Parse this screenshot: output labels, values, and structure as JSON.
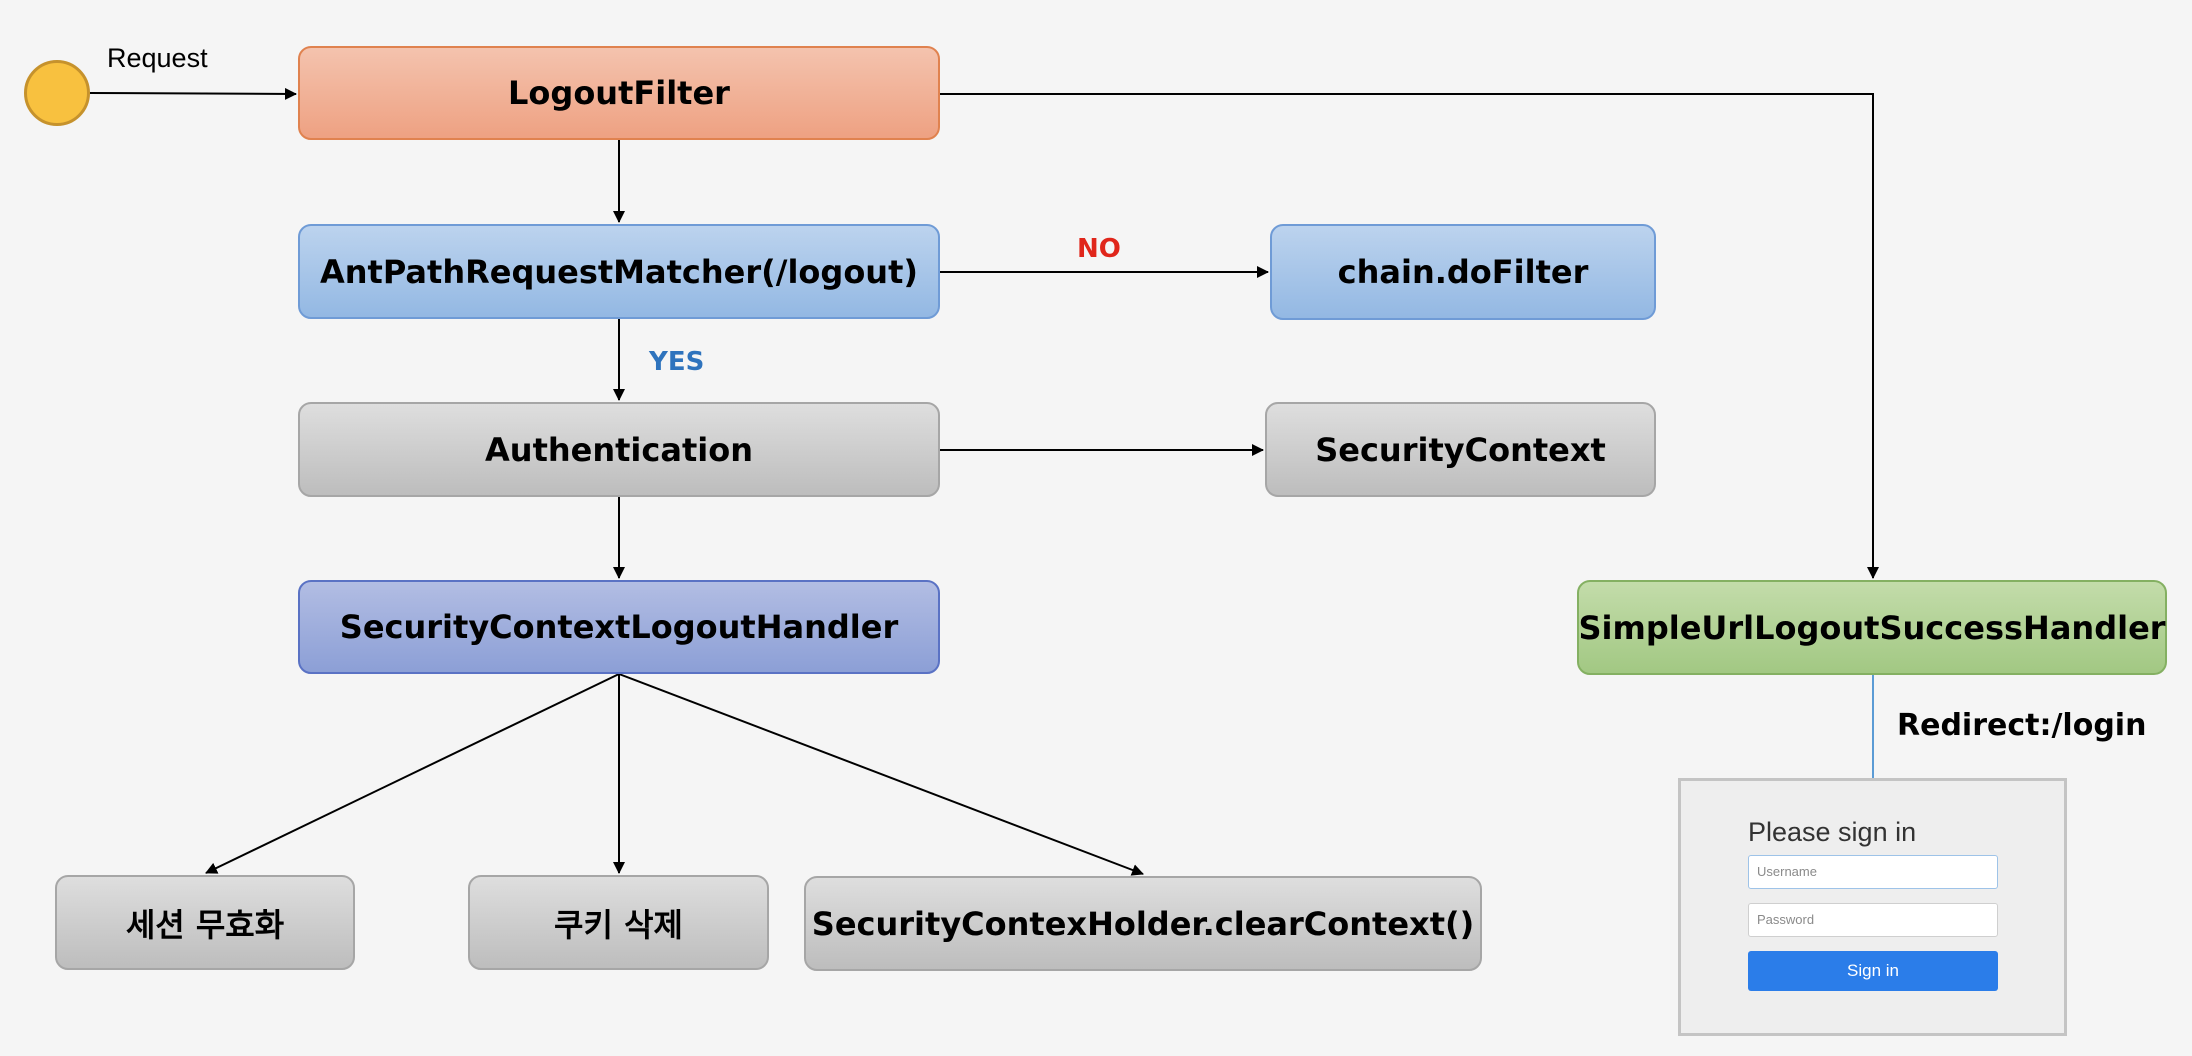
{
  "start": {
    "label": "Request"
  },
  "nodes": {
    "logout_filter": "LogoutFilter",
    "ant_path_matcher": "AntPathRequestMatcher(/logout)",
    "chain_do_filter": "chain.doFilter",
    "authentication": "Authentication",
    "security_context": "SecurityContext",
    "logout_handler": "SecurityContextLogoutHandler",
    "success_handler": "SimpleUrlLogoutSuccessHandler",
    "invalidate_session": "세션 무효화",
    "delete_cookie": "쿠키 삭제",
    "clear_context": "SecurityContexHolder.clearContext()"
  },
  "edge_labels": {
    "no": "NO",
    "yes": "YES",
    "redirect": "Redirect:/login"
  },
  "login_page": {
    "title": "Please sign in",
    "username_placeholder": "Username",
    "password_placeholder": "Password",
    "sign_in_label": "Sign in"
  },
  "colors": {
    "logout_filter": "#eea182",
    "matcher": "#93b8e3",
    "neutral": "#bdbdbd",
    "handler": "#8c9fd6",
    "success": "#a2c883",
    "start": "#f8c13f",
    "no_label": "#e0261b",
    "yes_label": "#2e73bd",
    "sign_in_button": "#2b7de9"
  }
}
